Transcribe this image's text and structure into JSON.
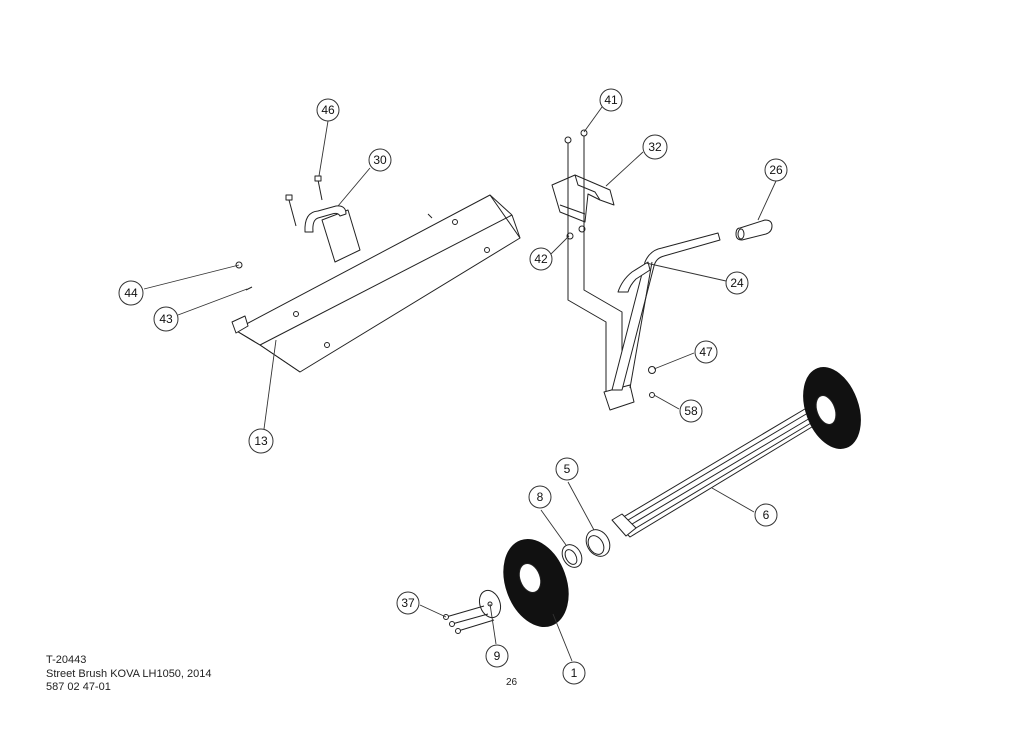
{
  "title_block": {
    "drawing_no": "T-20443",
    "product": "Street Brush KOVA LH1050,  2014",
    "part_no": "587 02 47-01"
  },
  "page_number": "26",
  "callouts": [
    {
      "id": "c46",
      "label": "46"
    },
    {
      "id": "c30",
      "label": "30"
    },
    {
      "id": "c44",
      "label": "44"
    },
    {
      "id": "c43",
      "label": "43"
    },
    {
      "id": "c13",
      "label": "13"
    },
    {
      "id": "c41",
      "label": "41"
    },
    {
      "id": "c32",
      "label": "32"
    },
    {
      "id": "c42",
      "label": "42"
    },
    {
      "id": "c26",
      "label": "26"
    },
    {
      "id": "c24",
      "label": "24"
    },
    {
      "id": "c47",
      "label": "47"
    },
    {
      "id": "c58",
      "label": "58"
    },
    {
      "id": "c5",
      "label": "5"
    },
    {
      "id": "c8",
      "label": "8"
    },
    {
      "id": "c6",
      "label": "6"
    },
    {
      "id": "c37",
      "label": "37"
    },
    {
      "id": "c9",
      "label": "9"
    },
    {
      "id": "c1",
      "label": "1"
    }
  ]
}
